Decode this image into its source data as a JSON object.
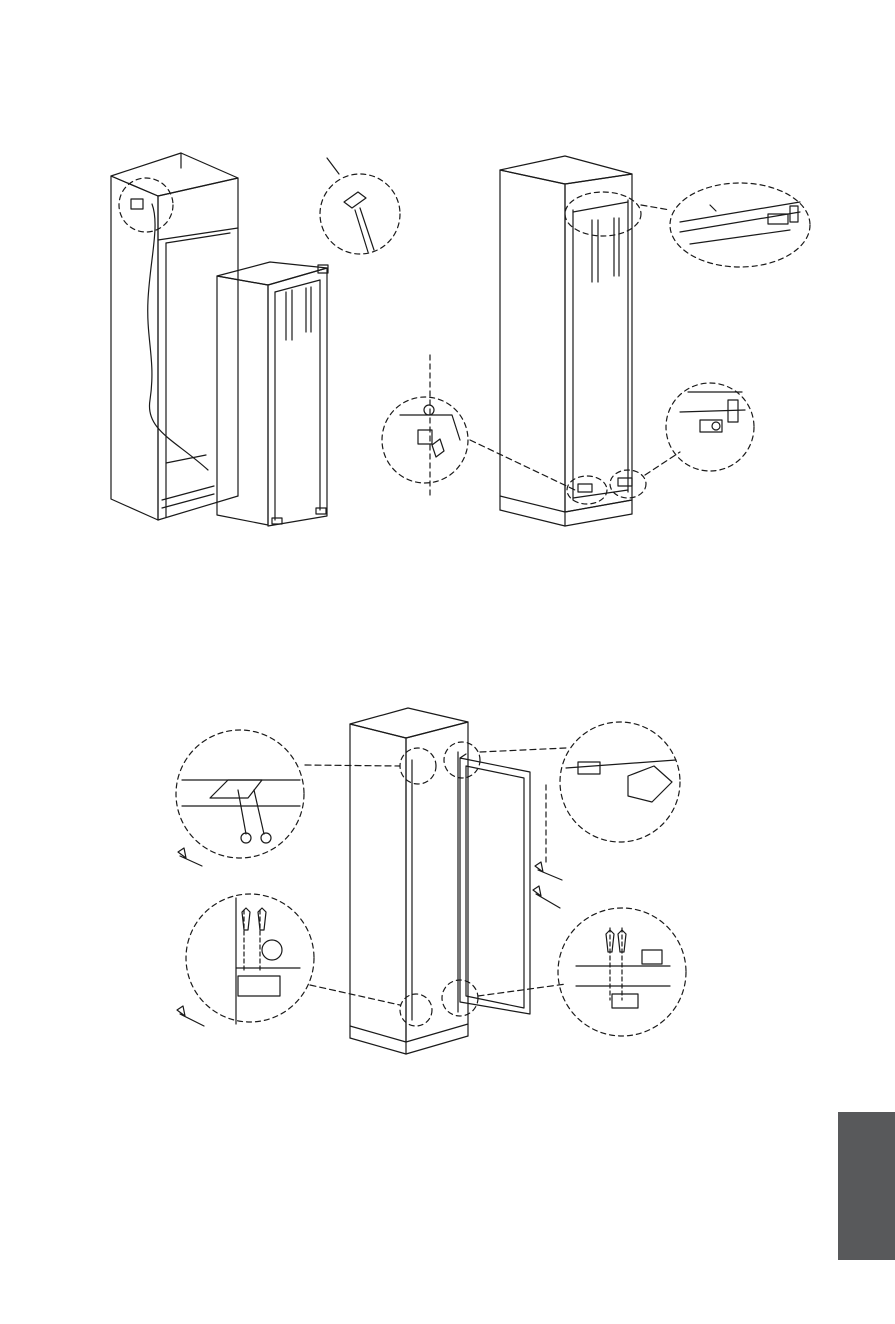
{
  "figures": [
    {
      "id": "step1",
      "callouts": [
        "plug-detail"
      ]
    },
    {
      "id": "step2",
      "callouts": [
        "top-bracket-detail",
        "bottom-left-bracket-detail",
        "bottom-right-bracket-detail"
      ]
    },
    {
      "id": "step3",
      "callouts": [
        "top-left-hinge-screws",
        "top-right-hinge-detail",
        "bottom-left-hinge-screws",
        "bottom-right-hinge-screws"
      ]
    }
  ],
  "colors": {
    "line": "#1a1a1a",
    "tab": "#58595b",
    "background": "#ffffff"
  },
  "side_tab": {
    "text": ""
  }
}
